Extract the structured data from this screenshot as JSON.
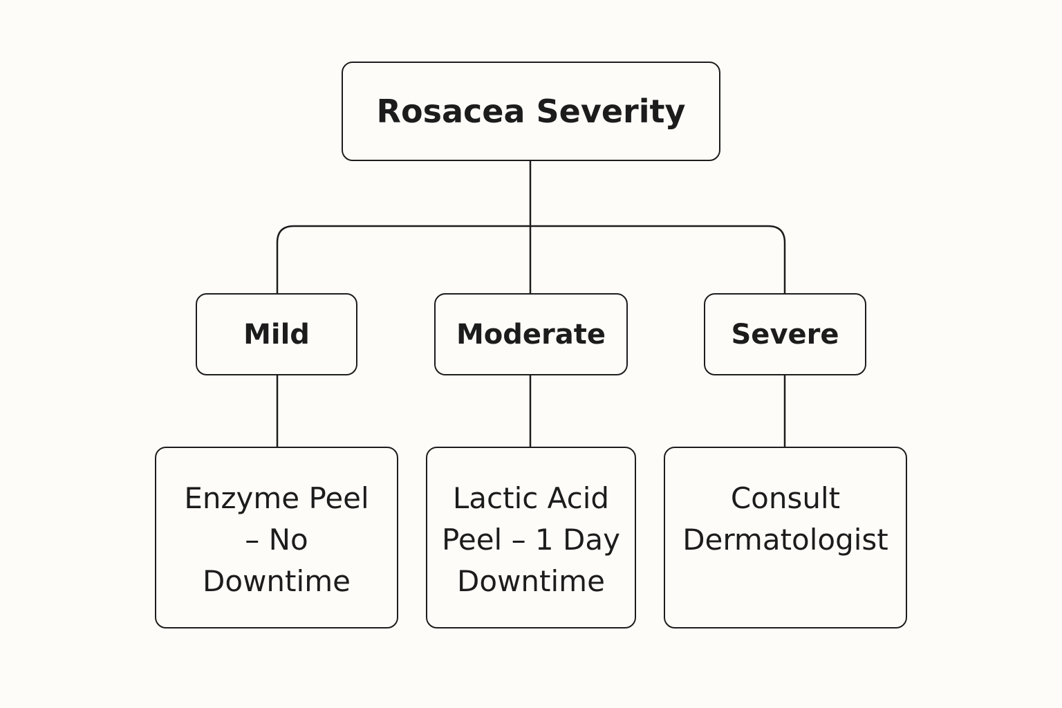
{
  "diagram": {
    "root": {
      "label": "Rosacea Severity"
    },
    "levels": [
      {
        "label": "Mild",
        "treatment": "Enzyme Peel\n– No\nDowntime"
      },
      {
        "label": "Moderate",
        "treatment": "Lactic Acid\n Peel – 1 Day\nDowntime"
      },
      {
        "label": "Severe",
        "treatment": "Consult\nDermatologist"
      }
    ]
  },
  "colors": {
    "background": "#fdfcf8",
    "stroke": "#1c1c1c"
  }
}
